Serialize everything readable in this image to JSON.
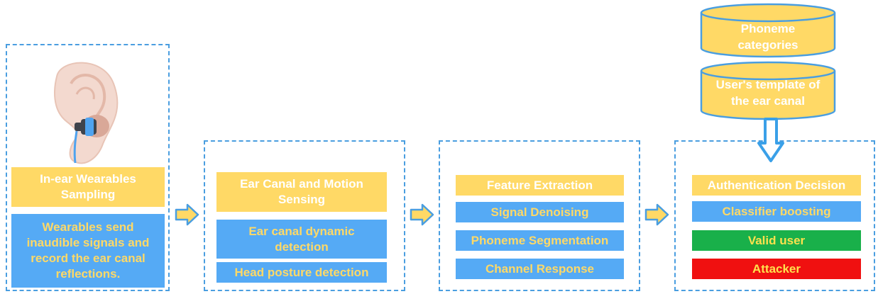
{
  "stage1": {
    "title": "In-ear Wearables Sampling",
    "description": "Wearables send inaudible signals and record the ear canal reflections."
  },
  "stage2": {
    "title": "Ear Canal and Motion Sensing",
    "items": [
      "Ear canal dynamic detection",
      "Head posture detection"
    ]
  },
  "stage3": {
    "title": "Feature Extraction",
    "items": [
      "Signal Denoising",
      "Phoneme Segmentation",
      "Channel Response"
    ]
  },
  "stage4": {
    "title": "Authentication Decision",
    "classifier": "Classifier boosting",
    "valid": "Valid user",
    "attacker": "Attacker"
  },
  "databases": {
    "phoneme": "Phoneme categories",
    "template": "User's template of the ear canal"
  },
  "colors": {
    "yellow": "#ffd966",
    "blue": "#55aaf5",
    "green": "#19b04a",
    "red": "#f01010",
    "dashed_border": "#4a9ee0"
  }
}
